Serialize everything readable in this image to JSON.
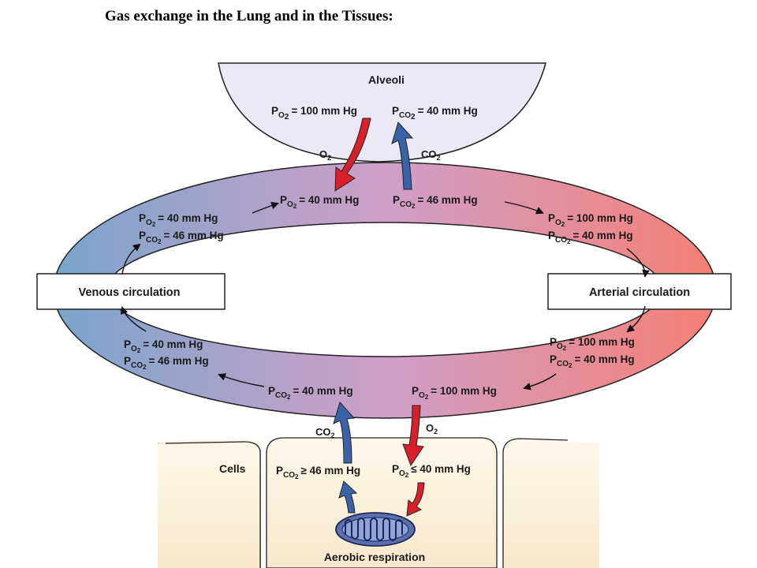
{
  "title": "Gas exchange in the Lung and in the Tissues:",
  "alveoli": {
    "label": "Alveoli",
    "po2": "= 100 mm Hg",
    "pco2": "= 40 mm Hg"
  },
  "gas_labels": {
    "o2_top": "O",
    "co2_top": "CO",
    "o2_bottom": "O",
    "co2_bottom": "CO",
    "sub2": "2"
  },
  "symbols": {
    "P": "P",
    "O": "O",
    "CO": "CO",
    "sub2": "2"
  },
  "pulmonary": {
    "venous_po2": "= 40 mm Hg",
    "venous_pco2": "= 46 mm Hg"
  },
  "ring": {
    "upper_left_po2": "= 40 mm Hg",
    "upper_left_pco2": "= 46 mm Hg",
    "upper_right_po2": "= 100 mm Hg",
    "upper_right_pco2": "= 40 mm Hg",
    "lower_left_po2": "= 40 mm Hg",
    "lower_left_pco2": "= 46 mm Hg",
    "lower_right_po2": "= 100 mm Hg",
    "lower_right_pco2": "= 40 mm Hg",
    "bottom_pco2": "= 40 mm Hg",
    "bottom_po2": "= 100 mm Hg"
  },
  "boxes": {
    "venous": "Venous circulation",
    "arterial": "Arterial circulation"
  },
  "cells": {
    "label": "Cells",
    "pco2": "≥ 46 mm Hg",
    "po2": "≤ 40 mm Hg",
    "aerobic": "Aerobic respiration"
  },
  "colors": {
    "venous_blue": "#7aa5cc",
    "mid_purple": "#cfa0c8",
    "arterial_red": "#f57f74",
    "alveoli_fill": "#ebe9f5",
    "cells_fill": "#fbf1dc",
    "o2_arrow": "#d9202a",
    "co2_arrow": "#3a62a8"
  }
}
